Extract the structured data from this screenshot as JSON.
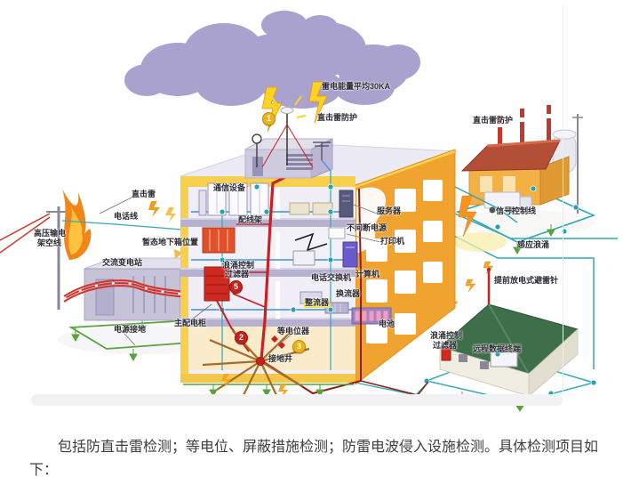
{
  "diagram": {
    "labels": {
      "energy": "雷电能量平均30KA",
      "dsp_top": "直击雷防护",
      "dsp_right": "直击雷防护",
      "direct": "直击雷",
      "phone": "电话线",
      "hv1": "高压输电",
      "hv2": "架空线",
      "substation": "交流变电站",
      "ubox": "暂态地下箱位置",
      "comm": "通信设备",
      "patch": "配线架",
      "sf1a": "浪涌控制",
      "sf1b": "过滤器",
      "server": "服务器",
      "ups": "不间断电源",
      "printer": "打印机",
      "pbx": "电话交换机",
      "computer": "计算机",
      "rect": "整流器",
      "conv": "换流器",
      "battery": "电池",
      "cabinet": "主配电柜",
      "pground": "电源接地",
      "equipot": "等电位器",
      "gwell": "接地井",
      "signal": "信号控制线",
      "isurge": "感应浪涌",
      "ese": "提前放电式避雷针",
      "sf2a": "浪涌控制",
      "sf2b": "过滤器",
      "remote": "远程数据终端"
    },
    "badges": {
      "one": "1",
      "two": "2",
      "three": "3",
      "five": "5"
    },
    "colors": {
      "cloud": "#a9a2cf",
      "building_orange": "#f0a32e",
      "frame_yellow": "#f9cf4e",
      "wire_teal": "#2fa8b5",
      "wire_blue": "#3f8fd4",
      "cable_red": "#cc1f1f",
      "ground_green": "#58a33c",
      "badge_red": "#c8201d",
      "badge_gold": "#eeb417",
      "flame_orange": "#f08418",
      "roof_green": "#3f6f4a",
      "factory_roof": "#b24f36"
    }
  },
  "caption": {
    "text": "包括防直击雷检测；等电位、屏蔽措施检测；防雷电波侵入设施检测。具体检测项目如下："
  }
}
